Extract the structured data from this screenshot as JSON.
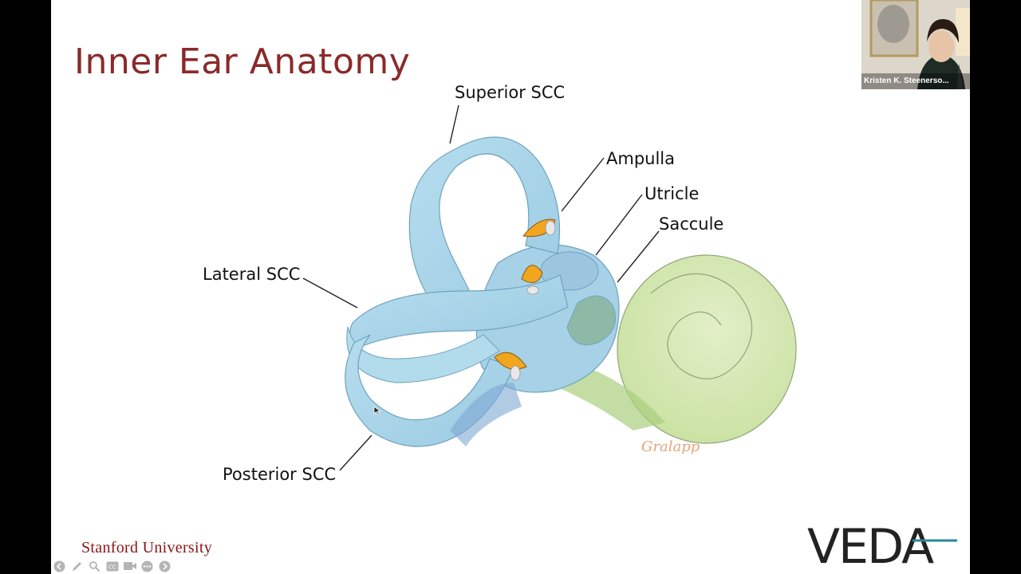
{
  "slide": {
    "title": "Inner Ear Anatomy",
    "labels": {
      "superior_scc": "Superior SCC",
      "ampulla": "Ampulla",
      "utricle": "Utricle",
      "saccule": "Saccule",
      "lateral_scc": "Lateral SCC",
      "posterior_scc": "Posterior SCC"
    },
    "signature": "Gralapp",
    "footer_left": "Stanford University",
    "footer_right_logo": "VEDA"
  },
  "video": {
    "participant_name": "Kristen K. Steenerso..."
  },
  "toolbar": {
    "icons": [
      "prev-slide-icon",
      "pen-icon",
      "zoom-icon",
      "captions-icon",
      "camera-icon",
      "more-icon",
      "next-slide-icon"
    ]
  },
  "colors": {
    "title": "#8a2a2a",
    "stanford": "#8c1515",
    "canal_blue": "#a9d6e8",
    "cochlea_green": "#d6e9b4"
  }
}
